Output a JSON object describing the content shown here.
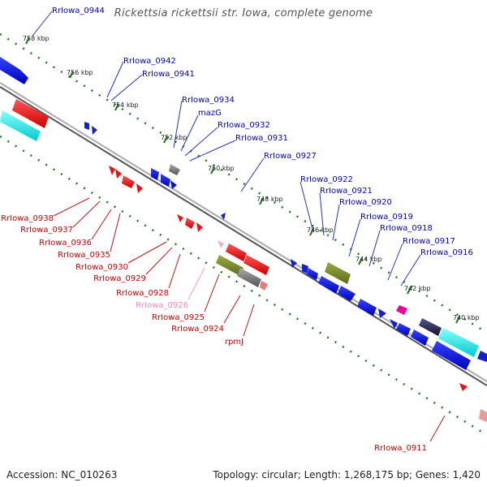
{
  "title": "Rickettsia rickettsii str. Iowa, complete genome",
  "footer": {
    "accession": "Accession: NC_010263",
    "summary": "Topology: circular; Length: 1,268,175 bp; Genes: 1,420"
  },
  "colors": {
    "forward_label": "#0000cc",
    "reverse_label": "#cc0000",
    "pseudo_label": "#ee88bb",
    "tick": "#1a7a1a",
    "axis": "#777777"
  },
  "tick_labels": [
    "758 kbp",
    "756 kbp",
    "754 kbp",
    "752 kbp",
    "750 kbp",
    "748 kbp",
    "746 kbp",
    "744 kbp",
    "742 kbp",
    "740 kbp"
  ],
  "forward_genes": [
    "RrIowa_0944",
    "RrIowa_0942",
    "RrIowa_0941",
    "RrIowa_0934",
    "mazG",
    "RrIowa_0932",
    "RrIowa_0931",
    "RrIowa_0927",
    "RrIowa_0922",
    "RrIowa_0921",
    "RrIowa_0920",
    "RrIowa_0919",
    "RrIowa_0918",
    "RrIowa_0917",
    "RrIowa_0916"
  ],
  "reverse_genes": [
    "RrIowa_0938",
    "RrIowa_0937",
    "RrIowa_0936",
    "RrIowa_0935",
    "RrIowa_0930",
    "RrIowa_0929",
    "RrIowa_0928",
    "RrIowa_0926",
    "RrIowa_0925",
    "RrIowa_0924",
    "rpmJ",
    "RrIowa_0911"
  ]
}
